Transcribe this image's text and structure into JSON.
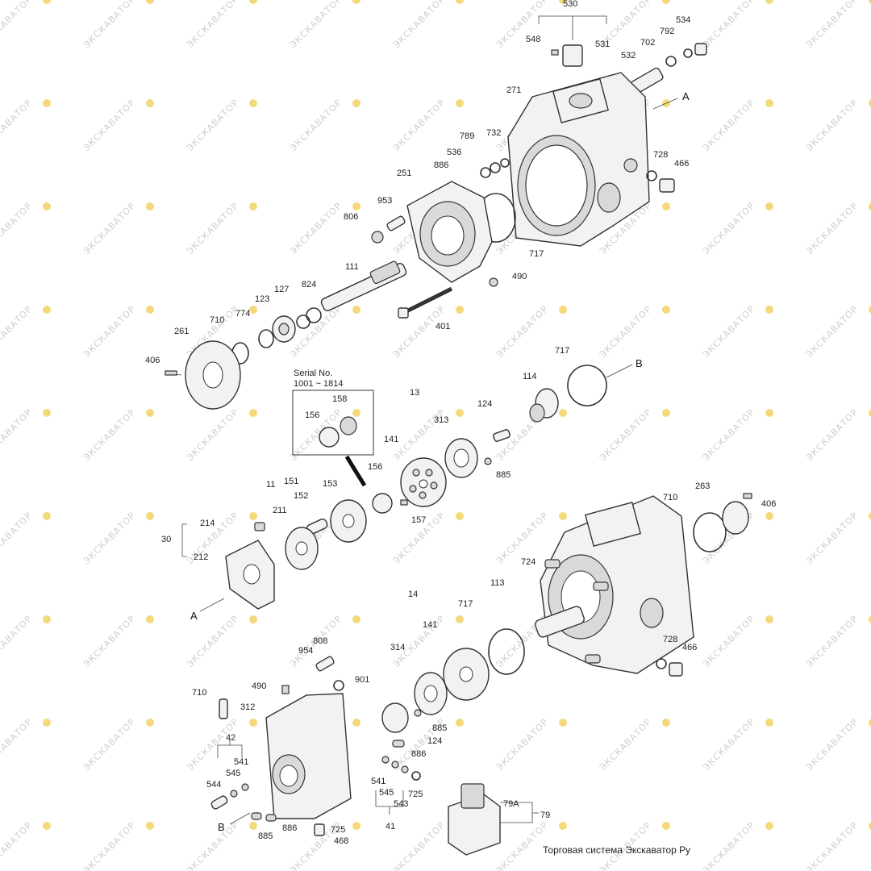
{
  "watermark": "ЭКСКАВАТОР",
  "footer": "Торговая система Экскаватор Ру",
  "serial_box": {
    "line1": "Serial No.",
    "line2": "1001 ~ 1814"
  },
  "markers": {
    "A": "A",
    "B": "B"
  },
  "labels": {
    "l530": "530",
    "l548": "548",
    "l531": "531",
    "l534": "534",
    "l792": "792",
    "l702": "702",
    "l532": "532",
    "l271": "271",
    "l789": "789",
    "l732": "732",
    "l536": "536",
    "l886": "886",
    "l251": "251",
    "l953": "953",
    "l806": "806",
    "l728": "728",
    "l466": "466",
    "l717": "717",
    "l111": "111",
    "l490": "490",
    "l824": "824",
    "l127": "127",
    "l123": "123",
    "l774": "774",
    "l710": "710",
    "l261": "261",
    "l406": "406",
    "l401": "401",
    "l114": "114",
    "l13": "13",
    "l158": "158",
    "l156": "156",
    "l141": "141",
    "l313": "313",
    "l124": "124",
    "l885": "885",
    "l11": "11",
    "l151": "151",
    "l152": "152",
    "l153": "153",
    "l157": "157",
    "l214": "214",
    "l211": "211",
    "l30": "30",
    "l212": "212",
    "l263": "263",
    "l724": "724",
    "l113": "113",
    "l14": "14",
    "l314": "314",
    "l808": "808",
    "l954": "954",
    "l901": "901",
    "l312": "312",
    "l42": "42",
    "l541": "541",
    "l545": "545",
    "l544": "544",
    "l543": "543",
    "l41": "41",
    "l725": "725",
    "l468": "468",
    "l79A": "79A",
    "l79": "79"
  }
}
